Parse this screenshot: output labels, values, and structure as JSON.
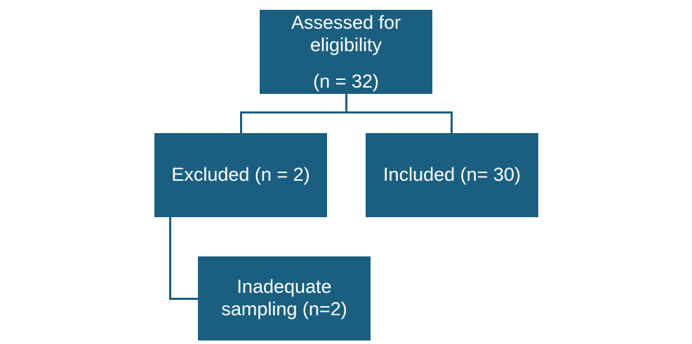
{
  "diagram": {
    "colors": {
      "box_fill": "#1b5f80",
      "connector": "#1b5f80",
      "text": "#ffffff"
    },
    "boxes": {
      "assessed": {
        "line1": "Assessed for",
        "line2": "eligibility",
        "line3": "(n = 32)"
      },
      "excluded": {
        "label": "Excluded (n = 2)"
      },
      "included": {
        "label": "Included (n= 30)"
      },
      "inadequate": {
        "line1": "Inadequate",
        "line2": "sampling (n=2)"
      }
    }
  }
}
